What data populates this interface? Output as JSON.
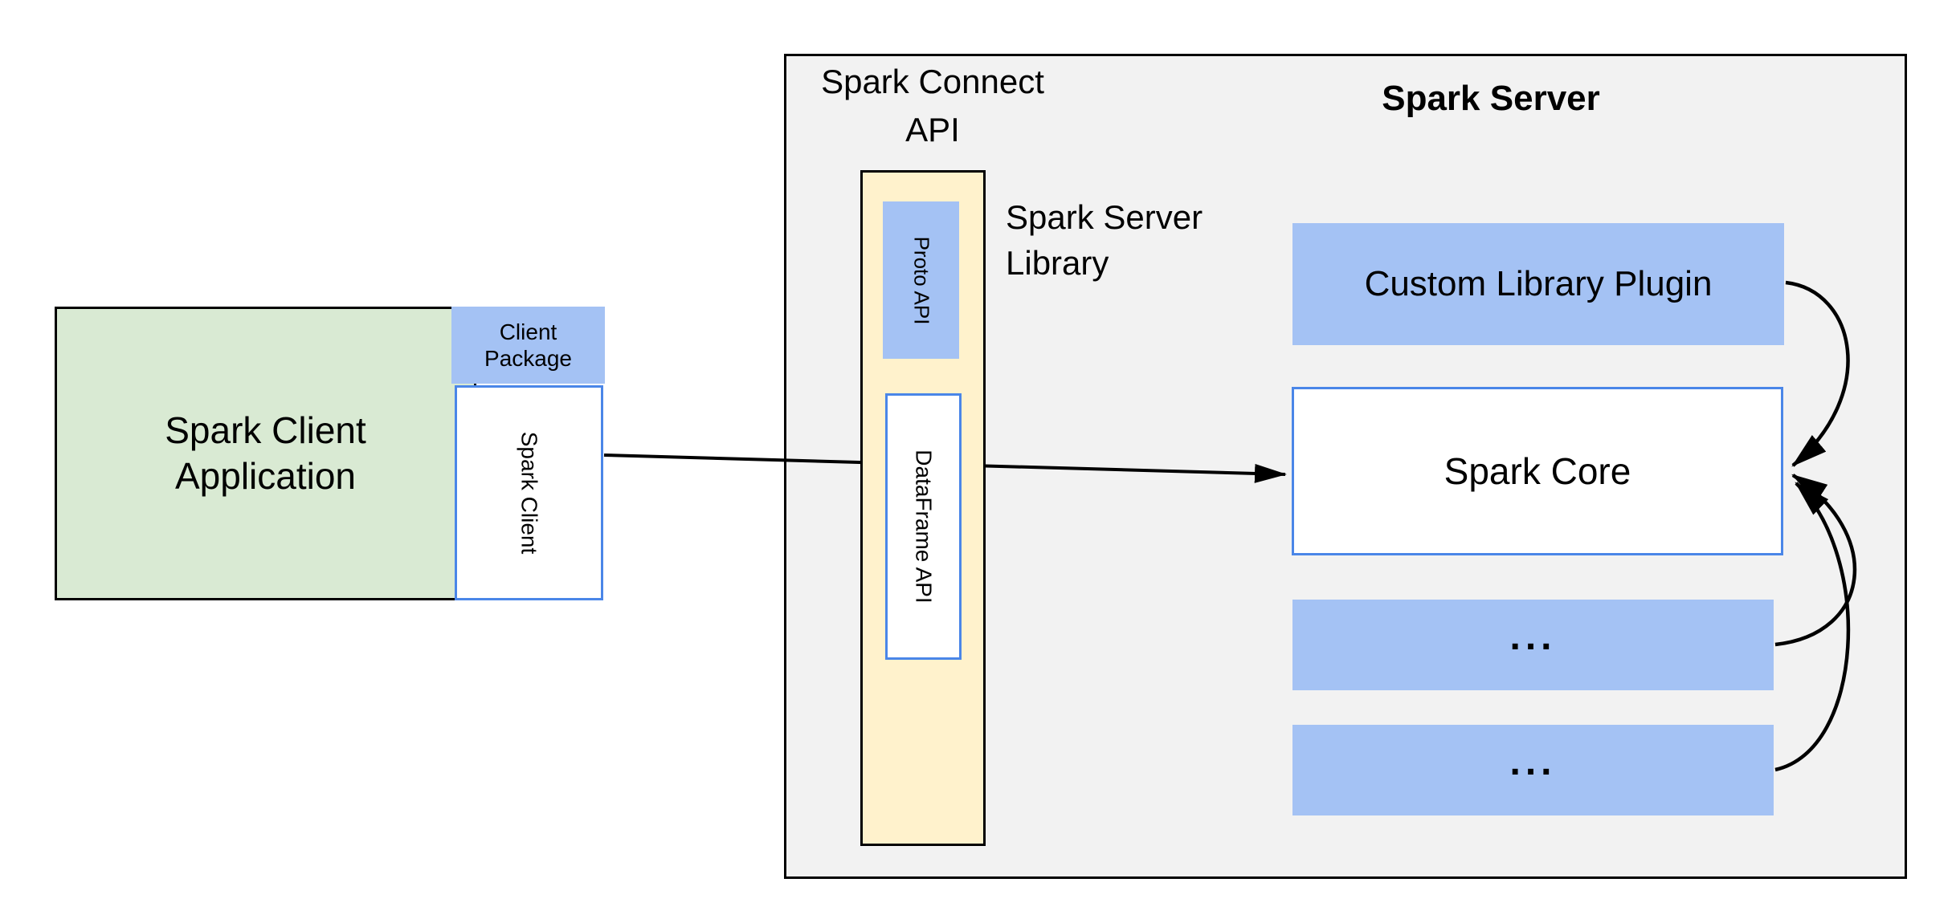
{
  "colors": {
    "box_blue": "#a4c2f4",
    "box_green": "#d9ead3",
    "box_yellow": "#fff2cc",
    "panel_gray": "#f2f2f2",
    "border_blue": "#4a86e8",
    "border_black": "#000000",
    "arrow_black": "#000000"
  },
  "client": {
    "application_label": [
      "Spark Client",
      "Application"
    ],
    "package_label": [
      "Client",
      "Package"
    ],
    "spark_client_label": "Spark Client"
  },
  "connect": {
    "api_label": [
      "Spark Connect",
      "API"
    ],
    "proto_api_label": "Proto API",
    "dataframe_api_label": "DataFrame API",
    "server_library_label": [
      "Spark Server",
      "Library"
    ]
  },
  "server": {
    "title": "Spark Server",
    "plugin_label": "Custom Library Plugin",
    "core_label": "Spark Core",
    "extension_1_label": "...",
    "extension_2_label": "..."
  }
}
